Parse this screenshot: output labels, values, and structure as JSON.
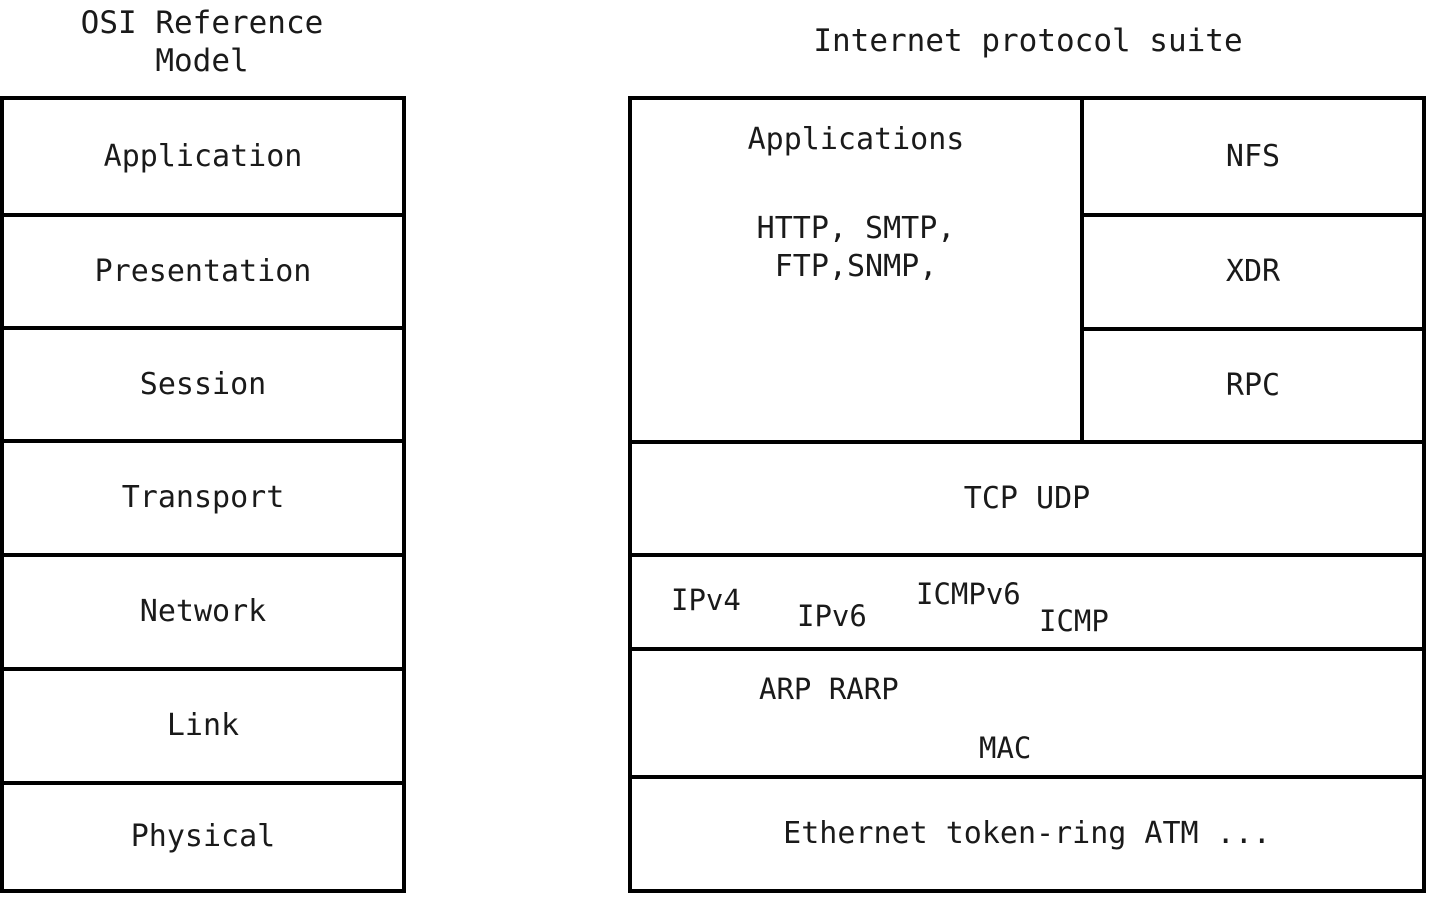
{
  "diagram": {
    "type": "network-layer-model-comparison",
    "background": "#ffffff",
    "line_color": "#000000",
    "text_color": "#1a1a1a"
  },
  "left_panel": {
    "title": "OSI Reference\nModel",
    "layers": [
      {
        "label": "Application"
      },
      {
        "label": "Presentation"
      },
      {
        "label": "Session"
      },
      {
        "label": "Transport"
      },
      {
        "label": "Network"
      },
      {
        "label": "Link"
      },
      {
        "label": "Physical"
      }
    ]
  },
  "right_panel": {
    "title": "Internet protocol suite",
    "application_cell": {
      "heading": "Applications",
      "protocols": "HTTP, SMTP,\nFTP,SNMP,"
    },
    "side_column": [
      {
        "label": "NFS"
      },
      {
        "label": "XDR"
      },
      {
        "label": "RPC"
      }
    ],
    "transport_row": {
      "label": "TCP UDP"
    },
    "network_row": {
      "labels": [
        {
          "text": "IPv4"
        },
        {
          "text": "IPv6"
        },
        {
          "text": "ICMPv6"
        },
        {
          "text": "ICMP"
        }
      ]
    },
    "link_row": {
      "labels": [
        {
          "text": "ARP RARP"
        },
        {
          "text": "MAC"
        }
      ]
    },
    "physical_row": {
      "label": "Ethernet token-ring ATM ..."
    }
  }
}
